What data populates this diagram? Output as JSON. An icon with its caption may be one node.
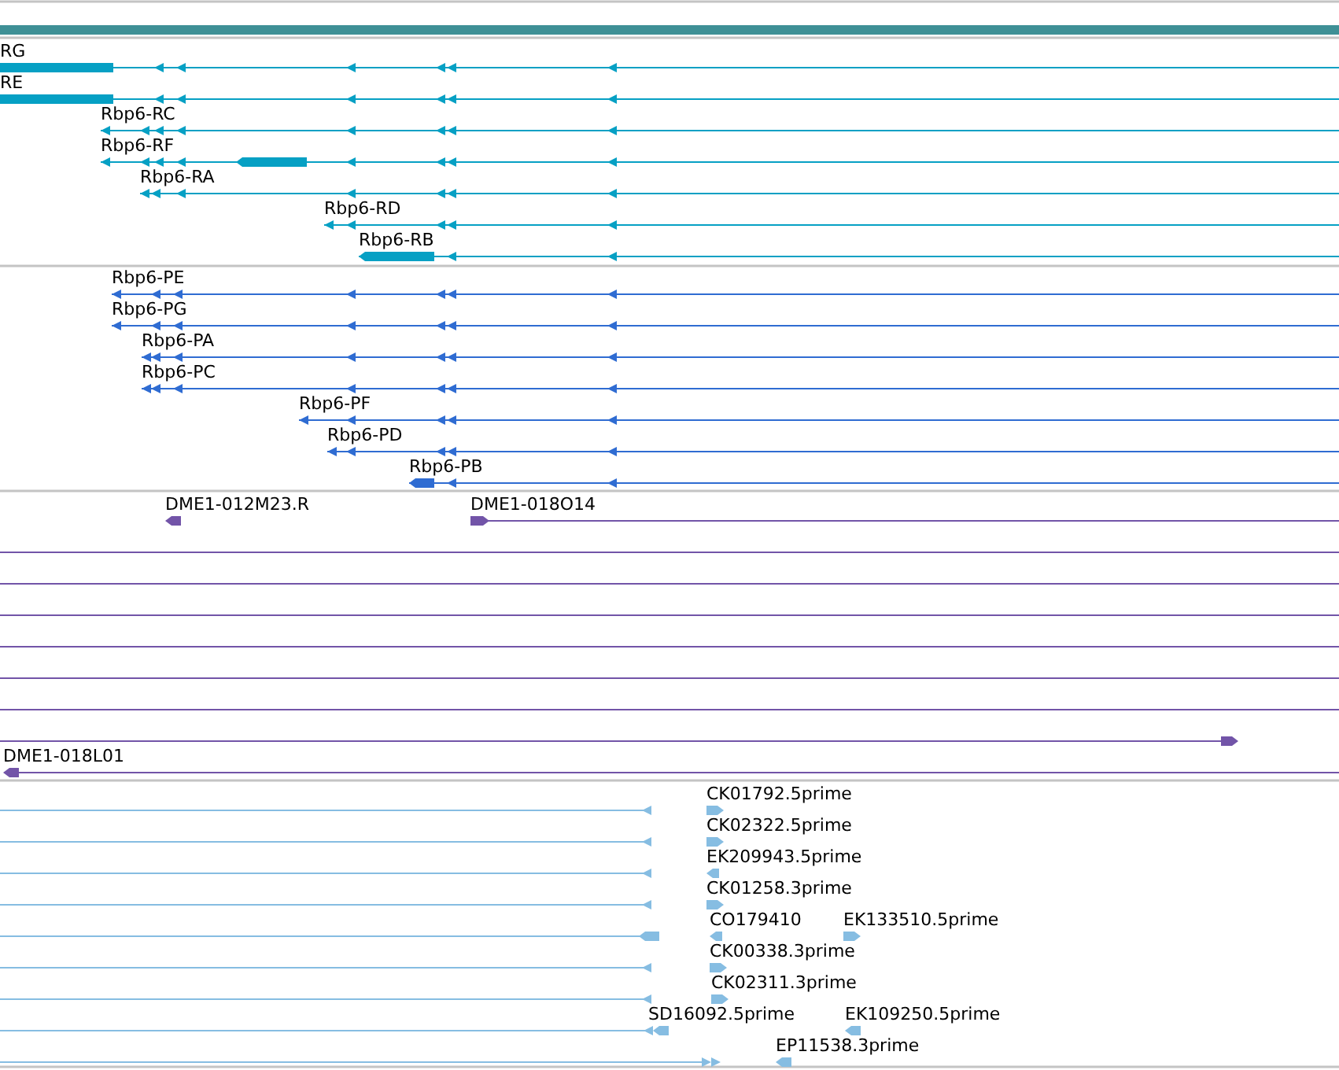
{
  "diagram": {
    "labels": [
      "RG",
      "RE",
      "Rbp6-RC",
      "Rbp6-RF",
      "Rbp6-RA",
      "Rbp6-RD",
      "Rbp6-RB",
      "Rbp6-PE",
      "Rbp6-PG",
      "Rbp6-PA",
      "Rbp6-PC",
      "Rbp6-PF",
      "Rbp6-PD",
      "Rbp6-PB",
      "DME1-012M23.R",
      "DME1-018O14",
      "DME1-018L01",
      "CK01792.5prime",
      "CK02322.5prime",
      "EK209943.5prime",
      "CK01258.3prime",
      "CO179410",
      "EK133510.5prime",
      "CK00338.3prime",
      "CK02311.3prime",
      "SD16092.5prime",
      "EK109250.5prime",
      "EP11538.3prime"
    ]
  }
}
